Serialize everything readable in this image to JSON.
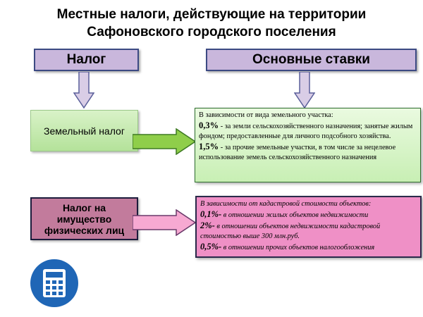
{
  "title": {
    "line1": "Местные налоги, действующие на территории",
    "line2": "Сафоновского городского поселения"
  },
  "headers": {
    "tax": "Налог",
    "rates": "Основные ставки"
  },
  "land_tax": {
    "name": "Земельный налог",
    "intro": "В зависимости от вида земельного участка:",
    "rate1": "0,3%",
    "rate1_text": " -  за земли сельскохозяйственного назначения; занятые жилым фондом; предоставленные для личного подсобного хозяйства.",
    "rate2": "1,5%",
    "rate2_text": "  -  за прочие земельные участки, в том числе за нецелевое использование земель сельскохозяйственного назначения"
  },
  "property_tax": {
    "name": "Налог на имущество физических лиц",
    "intro": "В зависимости от  кадастровой стоимости объектов:",
    "rate1": "0,1%-",
    "rate1_text": " в отношении жилых  объектов недвижимости",
    "rate2": "2%-",
    "rate2_text": " в отношении объектов недвижимости кадастровой стоимостью выше 300 млн.руб.",
    "rate3": "0,5%-",
    "rate3_text": "  в  отношении прочих объектов  налогообложения"
  },
  "colors": {
    "header_fill": "#c9b7dc",
    "arrow_down_fill": "#d9cde6",
    "land_green": "#b4e29a",
    "land_arrow": "#8fce4a",
    "property_purple": "#c27b9c",
    "property_pink": "#ef90c6",
    "icon_blue": "#1f66b6"
  },
  "icon": "calculator-icon"
}
